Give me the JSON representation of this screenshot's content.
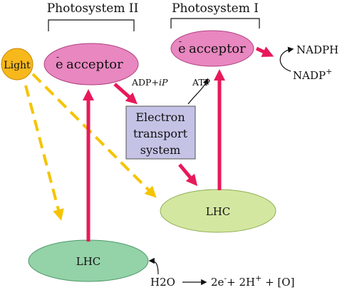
{
  "headers": {
    "ps2": "Photosystem II",
    "ps1": "Photosystem I"
  },
  "light": {
    "label": "Light"
  },
  "acceptor_ps2": {
    "e": "e",
    "bar": "-",
    "text": "acceptor"
  },
  "acceptor_ps1": {
    "e": "e",
    "bar": "-",
    "text": "acceptor"
  },
  "ets": {
    "line1": "Electron",
    "line2": "transport",
    "line3": "system"
  },
  "lhc_ps1": {
    "label": "LHC"
  },
  "lhc_ps2": {
    "label": "LHC"
  },
  "adp": {
    "text": "ADP+",
    "italic": "i",
    "p": "P"
  },
  "atp": {
    "label": "ATP"
  },
  "nadph": {
    "label": "NADPH"
  },
  "nadp": {
    "label": "NADP",
    "sup": "+"
  },
  "water": {
    "h2o": "H2O",
    "products_a": "2e",
    "sup_minus": "-",
    "products_b": "+ 2H",
    "sup_plus": "+",
    "products_c": " + [O]"
  },
  "colors": {
    "arrow_red": "#e8195a",
    "light_dash": "#f5c400",
    "ellipse_pink": "#e887c0",
    "ellipse_green_light": "#d4e7a0",
    "ellipse_green": "#94d2a8",
    "box_lavender": "#c4c3e6",
    "sun": "#f7b81c"
  }
}
